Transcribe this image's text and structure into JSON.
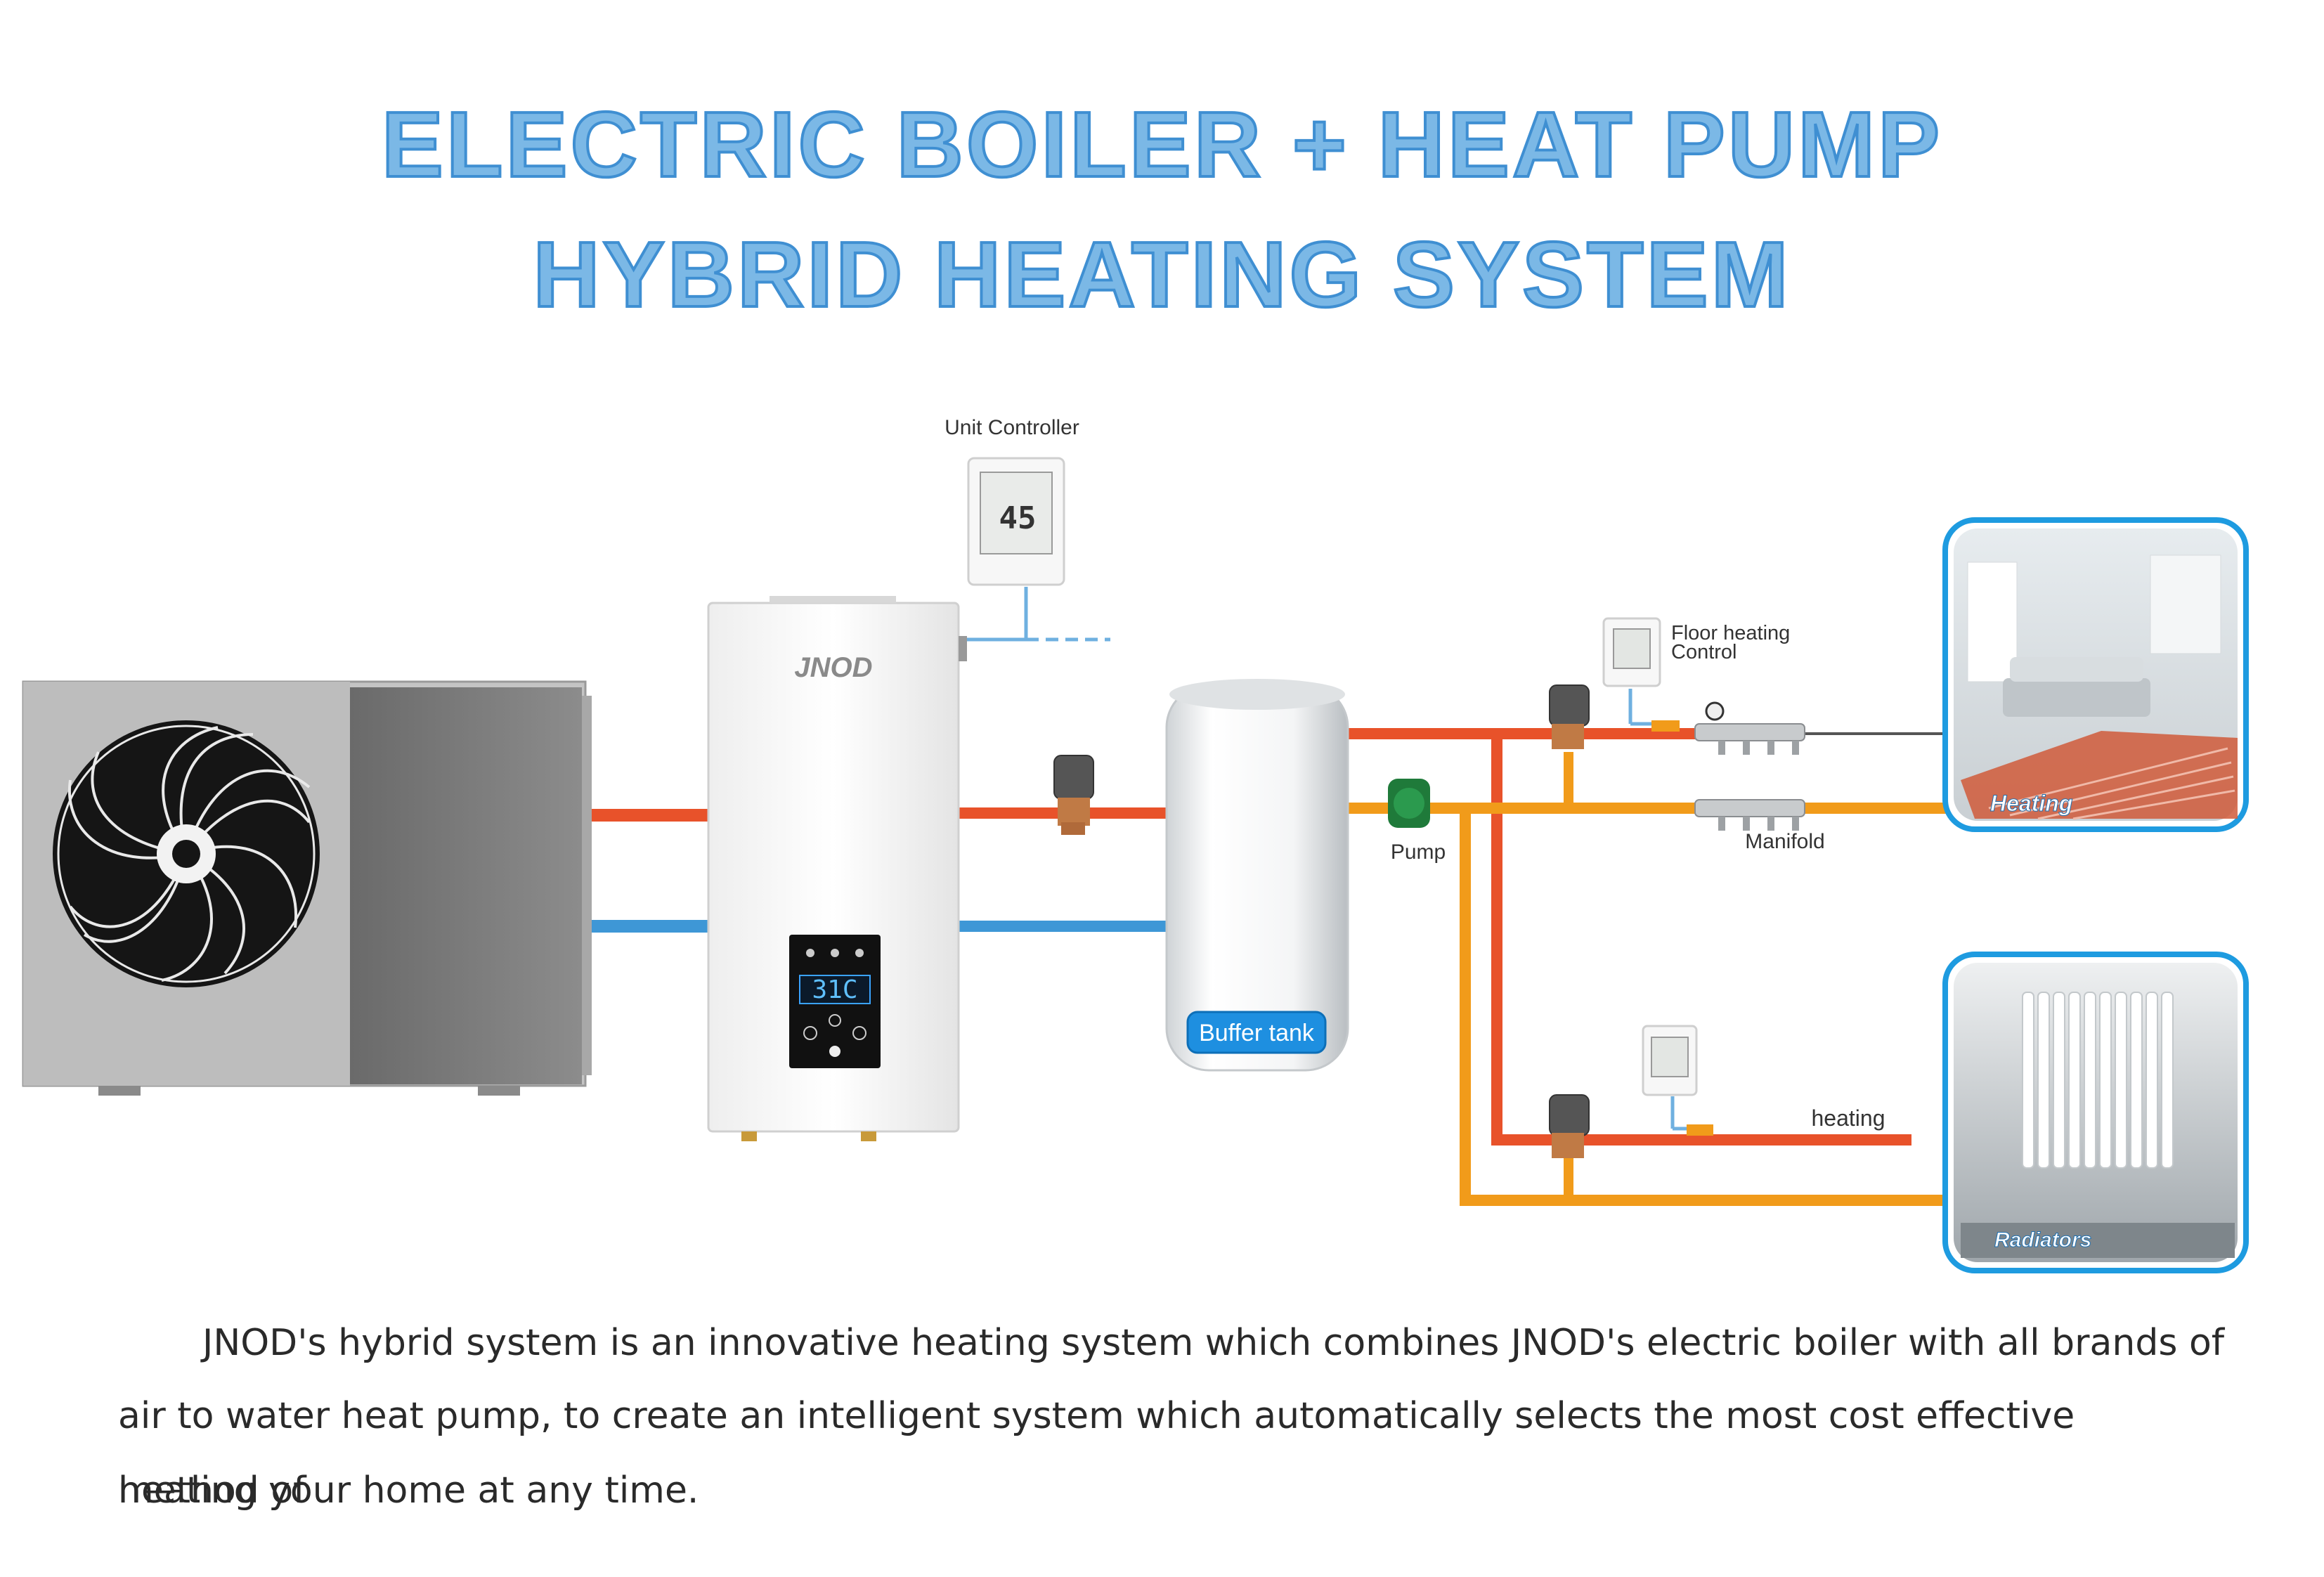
{
  "title": {
    "line1": "ELECTRIC BOILER + HEAT PUMP",
    "line2": "HYBRID HEATING SYSTEM"
  },
  "labels": {
    "unit_controller": "Unit Controller",
    "boiler_brand": "JNOD",
    "boiler_display": "31C",
    "controller_display": "45",
    "buffer_tank": "Buffer tank",
    "pump": "Pump",
    "floor_control_line1": "Floor heating",
    "floor_control_line2": "Control",
    "manifold": "Manifold",
    "heating_panel": "Heating",
    "radiators_panel": "Radiators",
    "heating_line": "heating"
  },
  "colors": {
    "title_fill": "#7bb8e6",
    "title_stroke": "#3f8fd2",
    "hot_pipe": "#e8522a",
    "cold_pipe": "#3e97d6",
    "return_pipe": "#f19b1a",
    "control_wire": "#6fb0e0",
    "panel_border": "#1e9be0"
  },
  "description": {
    "line1": "JNOD's hybrid system is an innovative heating system which combines JNOD's electric boiler with all brands of",
    "line2": "air to water heat pump, to create an intelligent system which automatically selects the most cost effective method of",
    "line3": "heating your home at any time."
  }
}
